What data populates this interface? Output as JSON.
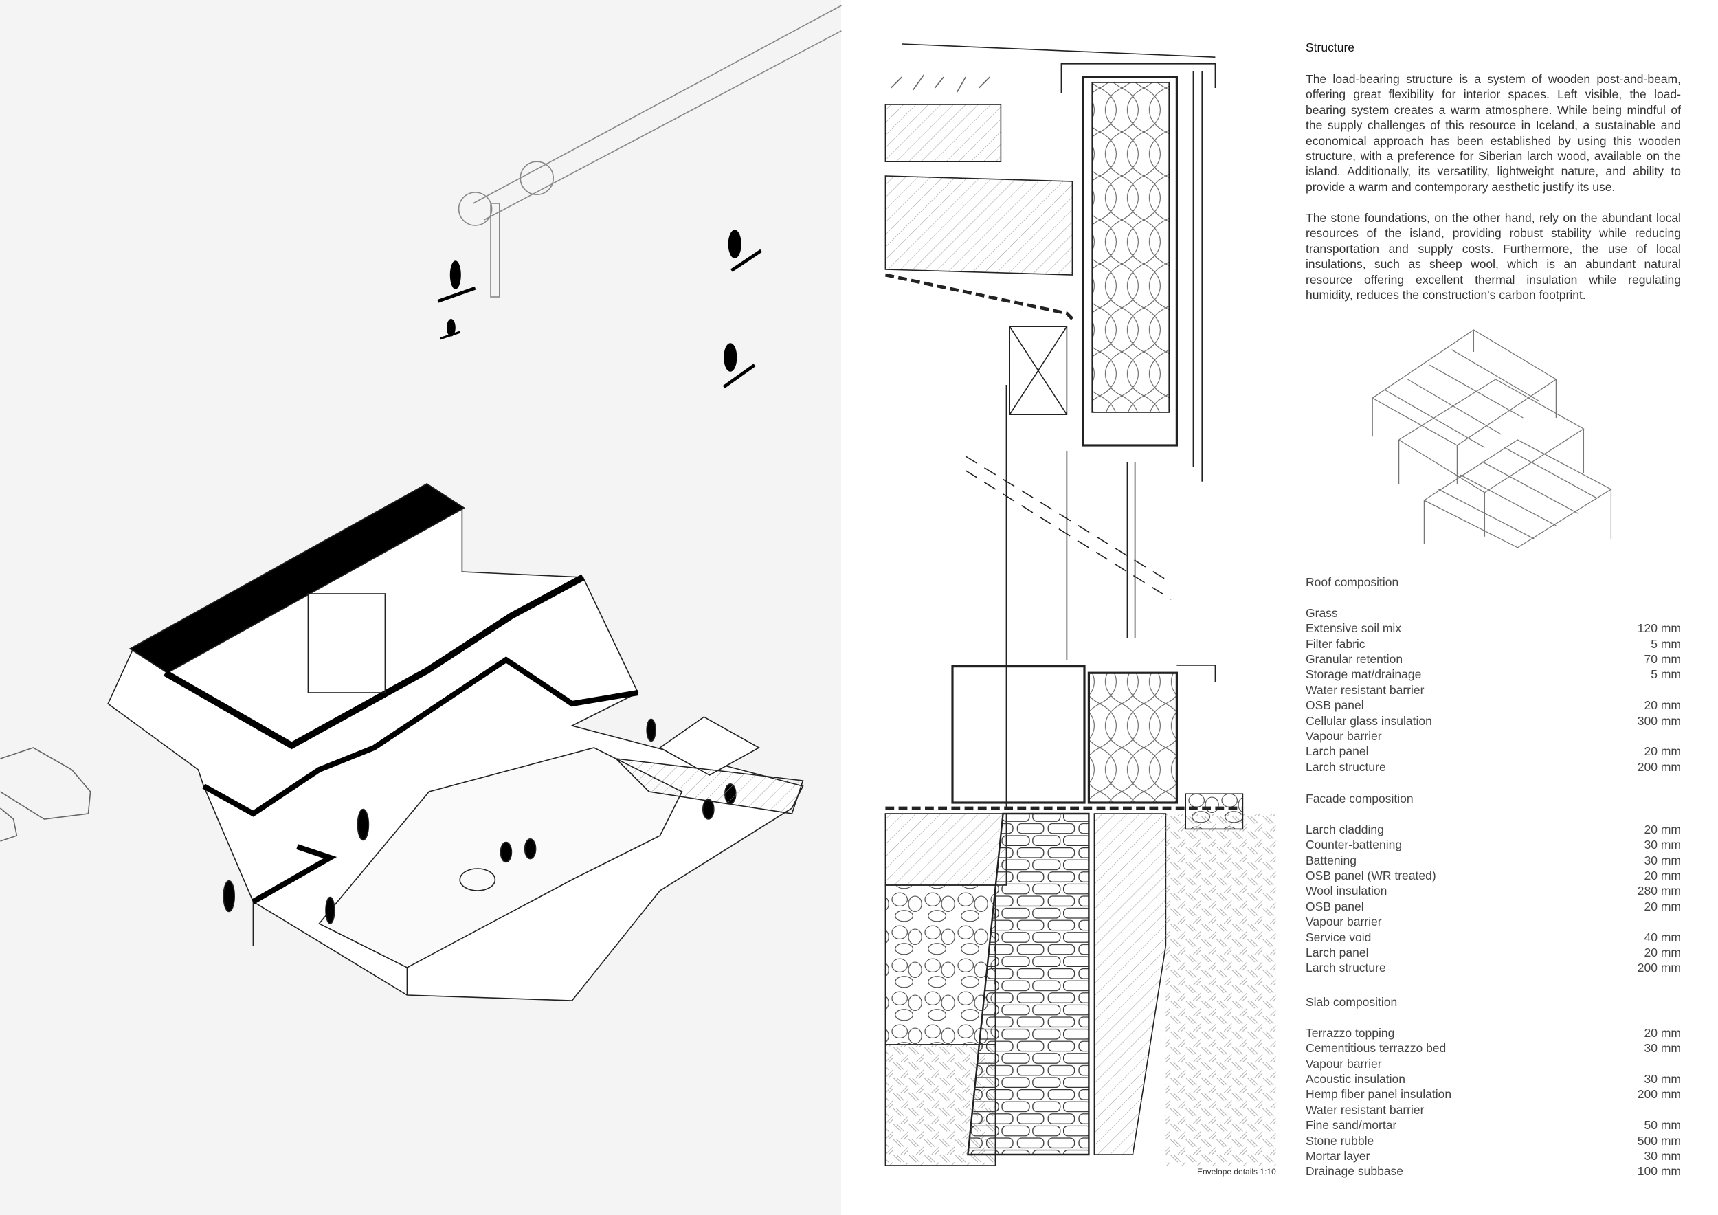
{
  "structure": {
    "title": "Structure",
    "paragraphs": [
      "The load-bearing structure is a system of wooden post-and-beam, offering great flexibility for interior spaces. Left visible, the load-bearing system creates a warm atmosphere. While being mindful of the supply challenges of this resource in Iceland, a sustainable and economical approach has been established by using this wooden structure, with a preference for Siberian larch wood, available on the island. Additionally, its versatility, lightweight nature, and ability to provide a warm and contemporary aesthetic justify its use.",
      "The stone foundations, on the other hand, rely on the abundant local resources of the island, providing robust stability while reducing transportation and supply costs. Furthermore, the use of local insulations, such as sheep wool, which is an abundant natural resource offering excellent thermal insulation while regulating humidity, reduces the construction's carbon footprint."
    ]
  },
  "roof": {
    "title": "Roof composition",
    "layers": [
      {
        "name": "Grass",
        "value": ""
      },
      {
        "name": "Extensive soil mix",
        "value": "120 mm"
      },
      {
        "name": "Filter fabric",
        "value": "5 mm"
      },
      {
        "name": "Granular retention",
        "value": "70 mm"
      },
      {
        "name": "Storage mat/drainage",
        "value": "5 mm"
      },
      {
        "name": "Water resistant barrier",
        "value": ""
      },
      {
        "name": "OSB panel",
        "value": "20 mm"
      },
      {
        "name": "Cellular glass insulation",
        "value": "300 mm"
      },
      {
        "name": "Vapour barrier",
        "value": ""
      },
      {
        "name": "Larch panel",
        "value": "20 mm"
      },
      {
        "name": "Larch structure",
        "value": "200 mm"
      }
    ]
  },
  "facade": {
    "title": "Facade composition",
    "layers": [
      {
        "name": "Larch cladding",
        "value": "20 mm"
      },
      {
        "name": "Counter-battening",
        "value": "30 mm"
      },
      {
        "name": "Battening",
        "value": "30 mm"
      },
      {
        "name": "OSB panel (WR treated)",
        "value": "20 mm"
      },
      {
        "name": "Wool insulation",
        "value": "280 mm"
      },
      {
        "name": "OSB panel",
        "value": "20 mm"
      },
      {
        "name": "Vapour barrier",
        "value": ""
      },
      {
        "name": "Service void",
        "value": "40 mm"
      },
      {
        "name": "Larch panel",
        "value": "20 mm"
      },
      {
        "name": "Larch structure",
        "value": "200 mm"
      }
    ]
  },
  "slab": {
    "title": "Slab composition",
    "layers": [
      {
        "name": "Terrazzo topping",
        "value": "20 mm"
      },
      {
        "name": "Cementitious terrazzo bed",
        "value": "30 mm"
      },
      {
        "name": "Vapour barrier",
        "value": ""
      },
      {
        "name": "Acoustic insulation",
        "value": "30 mm"
      },
      {
        "name": "Hemp fiber panel insulation",
        "value": "200 mm"
      },
      {
        "name": "Water resistant barrier",
        "value": ""
      },
      {
        "name": "Fine sand/mortar",
        "value": "50 mm"
      },
      {
        "name": "Stone rubble",
        "value": "500 mm"
      },
      {
        "name": "Mortar layer",
        "value": "30 mm"
      },
      {
        "name": "Drainage subbase",
        "value": "100 mm"
      }
    ]
  },
  "caption": "Envelope details 1:10"
}
